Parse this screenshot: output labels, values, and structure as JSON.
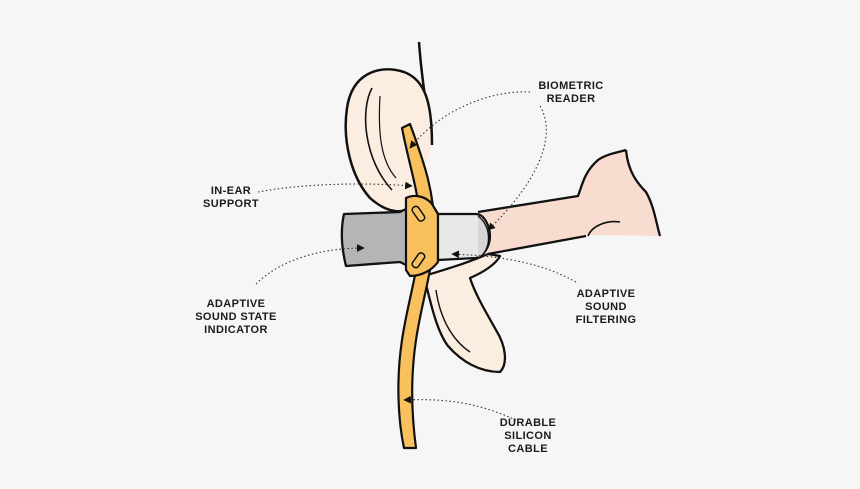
{
  "labels": {
    "biometric_reader": [
      "BIOMETRIC",
      "READER"
    ],
    "in_ear_support": [
      "IN-EAR",
      "SUPPORT"
    ],
    "adaptive_sound_state_indicator": [
      "ADAPTIVE",
      "SOUND STATE",
      "INDICATOR"
    ],
    "adaptive_sound_filtering": [
      "ADAPTIVE",
      "SOUND",
      "FILTERING"
    ],
    "durable_silicon_cable": [
      "DURABLE",
      "SILICON",
      "CABLE"
    ]
  },
  "colors": {
    "background": "#f6f6f6",
    "ear_skin": "#fbeee1",
    "ear_canal": "#f8dcd0",
    "earbud_body": "#b5b5b5",
    "sensor_tip": "#e8e8e8",
    "cable": "#f8c15e",
    "outline": "#111111",
    "leader": "#333333"
  }
}
